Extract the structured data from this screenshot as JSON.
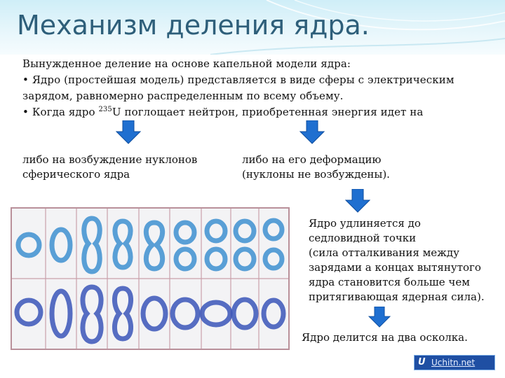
{
  "title": "Механизм деления ядра.",
  "intro": {
    "line1": "Вынужденное деление на основе капельной модели ядра:",
    "line2": "• Ядро (простейшая модель) представляется в виде сферы с электрическим",
    "line3": "зарядом, равномерно распределенным по всему объему.",
    "line4_before": "• Когда ядро ",
    "line4_sup": "235",
    "line4_after": "U поглощает нейтрон, приобретенная энергия идет на"
  },
  "left_branch": {
    "line1": "либо на возбуждение нуклонов",
    "line2": "сферического ядра"
  },
  "right_branch": {
    "line1": "либо на его деформацию",
    "line2": "(нуклоны не возбуждены)."
  },
  "saddle_point": {
    "line1": "Ядро удлиняется до",
    "line2": "седловидной точки",
    "line3": "(сила отталкивания между",
    "line4": "зарядами а концах вытянутого",
    "line5": "ядра становится больше чем",
    "line6": "притягивающая ядерная сила)."
  },
  "split_text": "Ядро делится на два осколка.",
  "badge": {
    "logo": "U",
    "url": "Uchitn.net"
  },
  "colors": {
    "title": "#2e5f7a",
    "arrow": "#1f6fd0",
    "drop_light": "#3d8fd0",
    "drop_dark": "#3a55b8",
    "frame": "#b9909a"
  }
}
